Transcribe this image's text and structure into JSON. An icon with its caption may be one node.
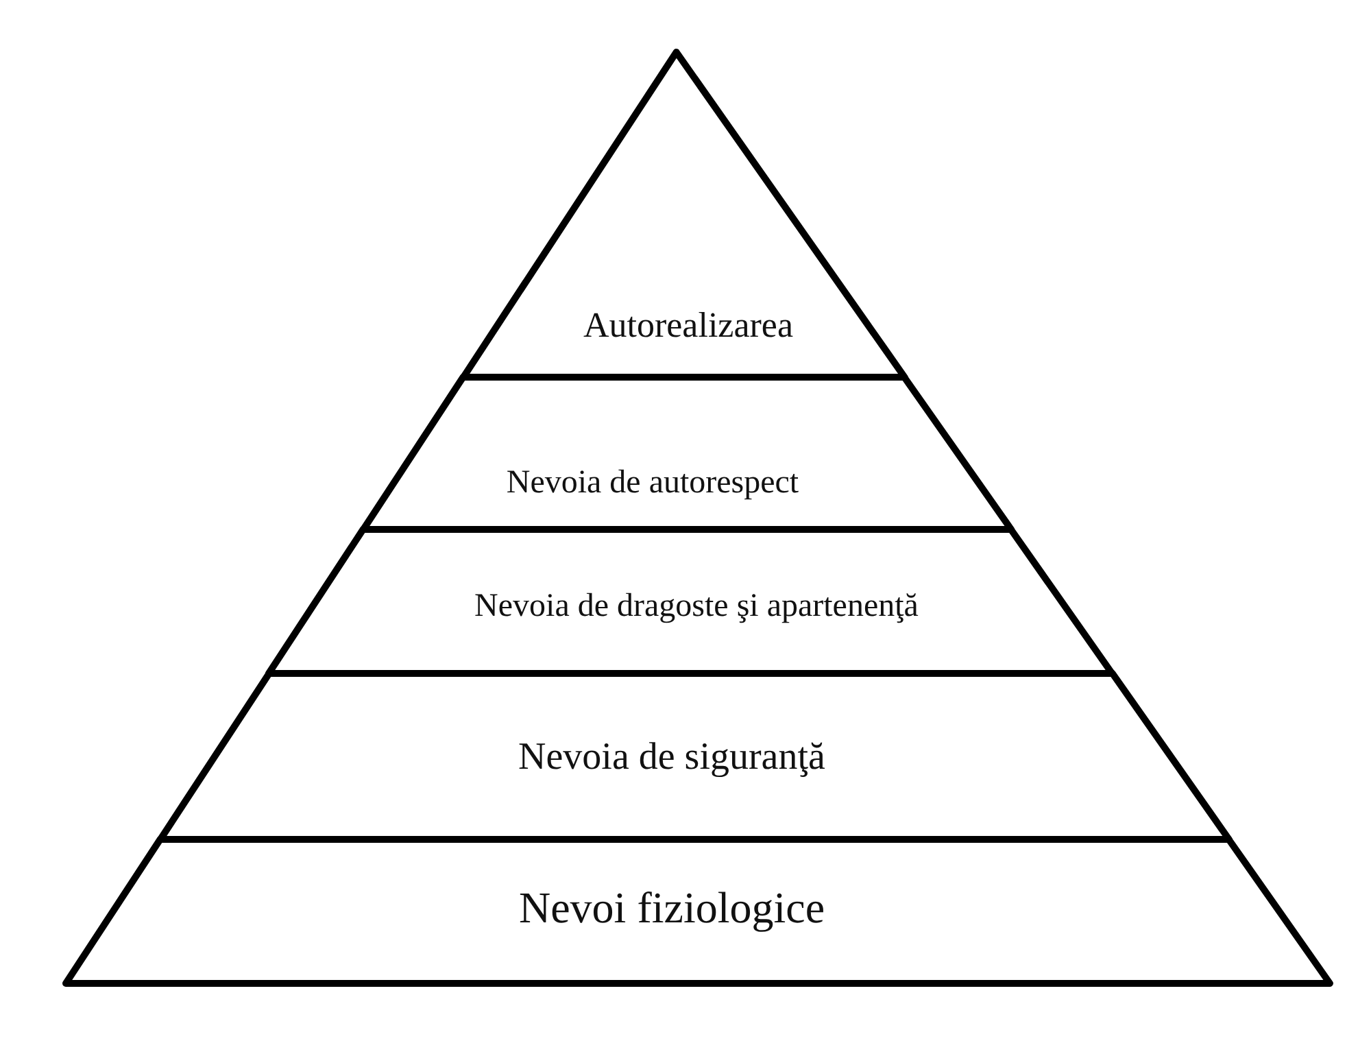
{
  "diagram": {
    "nodes": [
      {
        "text": [
          "Autorealizarea"
        ]
      },
      {
        "text": [
          "Nevoia de autorespect"
        ]
      },
      {
        "text": [
          "Nevoia de dragoste şi apartenenţă"
        ]
      },
      {
        "text": [
          "Nevoia de siguranţă"
        ]
      },
      {
        "text": [
          "Nevoi fiziologice"
        ]
      }
    ]
  }
}
